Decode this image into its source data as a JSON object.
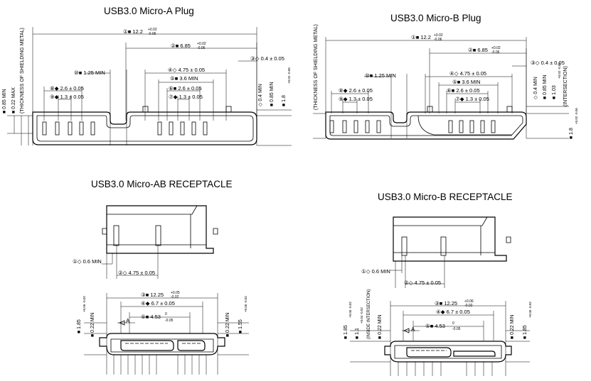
{
  "titles": {
    "micro_a_plug": "USB3.0 Micro-A Plug",
    "micro_b_plug": "USB3.0 Micro-B Plug",
    "micro_ab_receptacle": "USB3.0 Micro-AB RECEPTACLE",
    "micro_b_receptacle": "USB3.0 Micro-B RECEPTACLE"
  },
  "micro_a_plug": {
    "d1": {
      "label": "①■ 12.2",
      "tol_up": "+0.02",
      "tol_dn": "-0.06"
    },
    "d2": {
      "label": "②■ 6.85",
      "tol_up": "+0.02",
      "tol_dn": "-0.06"
    },
    "d3": {
      "label": "③◇ 0.4 ± 0.05"
    },
    "d4": {
      "label": "④◇ 4.75 ± 0.05"
    },
    "d5": {
      "label": "⑤■ 3.6 MIN"
    },
    "d6": {
      "label": "⑥■ 2.6 ± 0.05"
    },
    "d7": {
      "label": "⑦◆ 1.3 ± 0.05"
    },
    "d8": {
      "label": "⑧◆ 2.6 ± 0.05"
    },
    "d9": {
      "label": "⑨◆ 1.3 ± 0.05"
    },
    "d10": {
      "label": "⑩■ 1.25 MIN"
    },
    "v_left1": "■ 0.85 MIN",
    "v_left2": "■ 0.22 MAX",
    "v_left3": "(THICKNESS OF SHIELDING METAL)",
    "v_right1": "◇ 0.4 MIN",
    "v_right2": "■ 0.85 MIN",
    "v_right3": "■ 1.8",
    "v_right3_tol": "+0.02 -0.06"
  },
  "micro_b_plug": {
    "d1": {
      "label": "①■ 12.2",
      "tol_up": "+0.02",
      "tol_dn": "-0.06"
    },
    "d2": {
      "label": "②■ 6.85",
      "tol_up": "+0.02",
      "tol_dn": "-0.06"
    },
    "d3": {
      "label": "③◇ 0.4 ± 0.05"
    },
    "d4": {
      "label": "④◇ 4.75 ± 0.05"
    },
    "d5": {
      "label": "⑤■ 3.6 MIN"
    },
    "d6": {
      "label": "⑥■ 2.6 ± 0.05"
    },
    "d7": {
      "label": "⑦◆ 1.3 ± 0.05"
    },
    "d8": {
      "label": "⑧◆ 2.6 ± 0.05"
    },
    "d9": {
      "label": "⑨◆ 1.3 ± 0.05"
    },
    "d10": {
      "label": "⑩■ 1.25 MIN"
    },
    "v_left": "(THICKNESS OF SHIELDING METAL)",
    "v_right1": "◇ 0.4 MIN",
    "v_right2": "■ 0.85 MIN",
    "v_right3": "■ 1.03",
    "v_right3_tol": "+0.02 -0.06",
    "v_right4": "(INTERSECTION)",
    "v_right5": "■ 1.8",
    "v_right5_tol": "+0.02 -0.06"
  },
  "micro_ab_receptacle": {
    "d1": "①◇ 0.6 MIN",
    "d2": "②◇ 4.75 ± 0.05",
    "d3": {
      "label": "③■ 12.25",
      "tol_up": "+0.05",
      "tol_dn": "-0.02"
    },
    "d4": "④◆ 6.7 ± 0.05",
    "d5": {
      "label": "⑤■ 4.53",
      "tol_up": "0",
      "tol_dn": "-0.05"
    },
    "letter": "A",
    "v_left1": "■ 1.85",
    "v_left1_tol": "+0.06 -0.02",
    "v_left2": "■ 0.22 MIN",
    "v_right1": "■ 0.22 MIN",
    "v_right2": "■ 1.55",
    "v_right2_tol": "+0.06 -0.02"
  },
  "micro_b_receptacle": {
    "d1": "①◇ 0.6 MIN",
    "d2": "②◇ 4.75 ± 0.05",
    "d3": {
      "label": "③■ 12.25",
      "tol_up": "+0.06",
      "tol_dn": "-0.02"
    },
    "d4": "④◆ 6.7 ± 0.05",
    "d5": {
      "label": "⑤■ 4.53",
      "tol_up": "0",
      "tol_dn": "-0.05"
    },
    "letter": "A",
    "v_left1": "■ 1.85",
    "v_left1_tol": "+0.06 -0.02",
    "v_left2": "■ 1.1",
    "v_left2_tol": "+0.04 -0.02",
    "v_left3": "(INSIDE INTERSECTION)",
    "v_left4": "■ 0.22 MIN",
    "v_right1": "■ 0.22 MIN",
    "v_right2": "■ 1.85",
    "v_right2_tol": "+0.06 -0.02"
  }
}
